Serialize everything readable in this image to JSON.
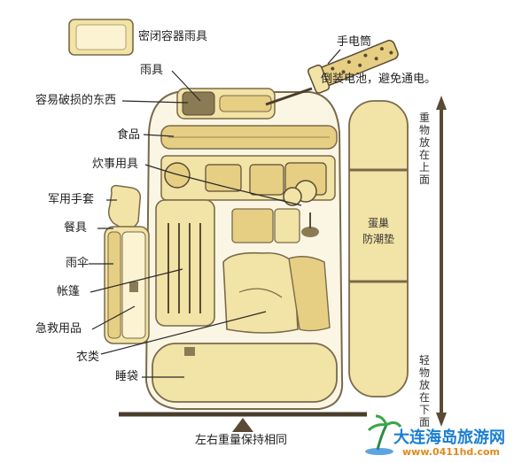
{
  "labels": {
    "sealed_container": "密闭容器雨具",
    "rain_gear": "雨具",
    "fragile": "容易破损的东西",
    "food": "食品",
    "cooking": "炊事用具",
    "gloves": "军用手套",
    "tableware": "餐具",
    "umbrella": "雨伞",
    "tent": "帐篷",
    "first_aid": "急救用品",
    "clothes": "衣类",
    "sleeping_bag": "睡袋",
    "flashlight": "手电筒",
    "flashlight_note": "倒装电池，避免通电。",
    "mat_line1": "蛋巢",
    "mat_line2": "防潮垫",
    "balance": "左右重量保持相同",
    "heavy_top": "重物放在上面",
    "light_bottom": "轻物放在下面"
  },
  "watermark": {
    "title": "大连海岛旅游网",
    "url": "www.0411hd.com"
  },
  "colors": {
    "fill": "#f2e3a6",
    "fill_dark": "#e6cf83",
    "outline": "#7a6a4a",
    "line": "#2a2a2a",
    "arrow": "#5a4a35"
  }
}
